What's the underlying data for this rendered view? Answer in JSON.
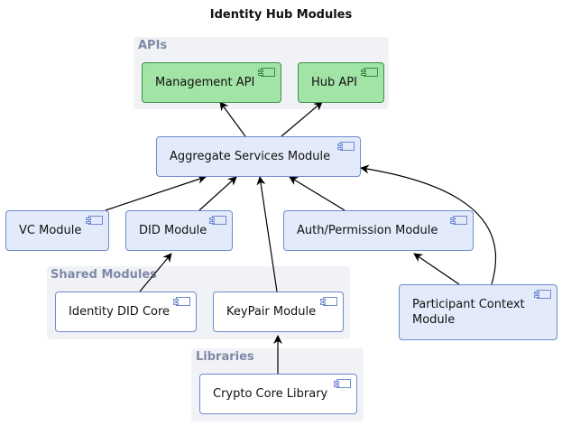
{
  "title": "Identity Hub Modules",
  "groups": {
    "apis": "APIs",
    "shared": "Shared Modules",
    "libraries": "Libraries"
  },
  "components": {
    "management_api": "Management API",
    "hub_api": "Hub API",
    "aggregate": "Aggregate Services Module",
    "vc": "VC Module",
    "did": "DID Module",
    "auth": "Auth/Permission Module",
    "identity_did_core": "Identity DID Core",
    "keypair": "KeyPair Module",
    "participant_context": "Participant Context Module",
    "crypto_core": "Crypto Core Library"
  },
  "icons": {
    "component": "component-icon"
  },
  "colors": {
    "api_fill": "#a2e3a6",
    "module_fill": "#e3eaf9",
    "border": "#6e8ad0",
    "group_bg": "#f1f2f6",
    "group_label": "#7f8aa8"
  }
}
